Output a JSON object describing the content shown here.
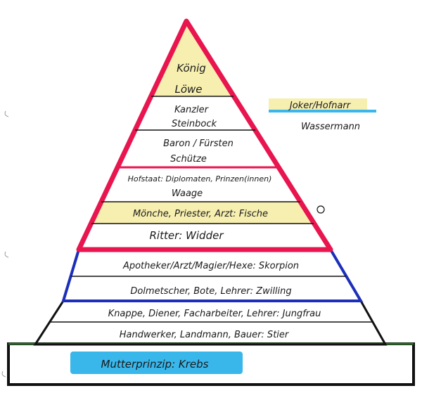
{
  "colors": {
    "red": "#e8154f",
    "blue": "#1c2fb8",
    "black": "#111111",
    "green": "#2e6b2a",
    "yellow": "#f7efb0",
    "cyan": "#39b6ea"
  },
  "pyramid": {
    "levels": [
      {
        "title": "König",
        "sign": "Löwe"
      },
      {
        "title": "Kanzler",
        "sign": "Steinbock"
      },
      {
        "title": "Baron / Fürsten",
        "sign": "Schütze"
      },
      {
        "title": "Hofstaat: Diplomaten, Prinzen(innen)",
        "sign": "Waage"
      },
      {
        "text": "Mönche, Priester, Arzt: Fische"
      },
      {
        "text": "Ritter: Widder"
      },
      {
        "text": "Apotheker/Arzt/Magier/Hexe: Skorpion"
      },
      {
        "text": "Dolmetscher, Bote, Lehrer: Zwilling"
      },
      {
        "text": "Knappe, Diener, Facharbeiter, Lehrer: Jungfrau"
      },
      {
        "text": "Handwerker, Landmann, Bauer: Stier"
      }
    ],
    "base": "Mutterprinzip: Krebs"
  },
  "side_note": {
    "title": "Joker/Hofnarr",
    "sign": "Wassermann"
  }
}
